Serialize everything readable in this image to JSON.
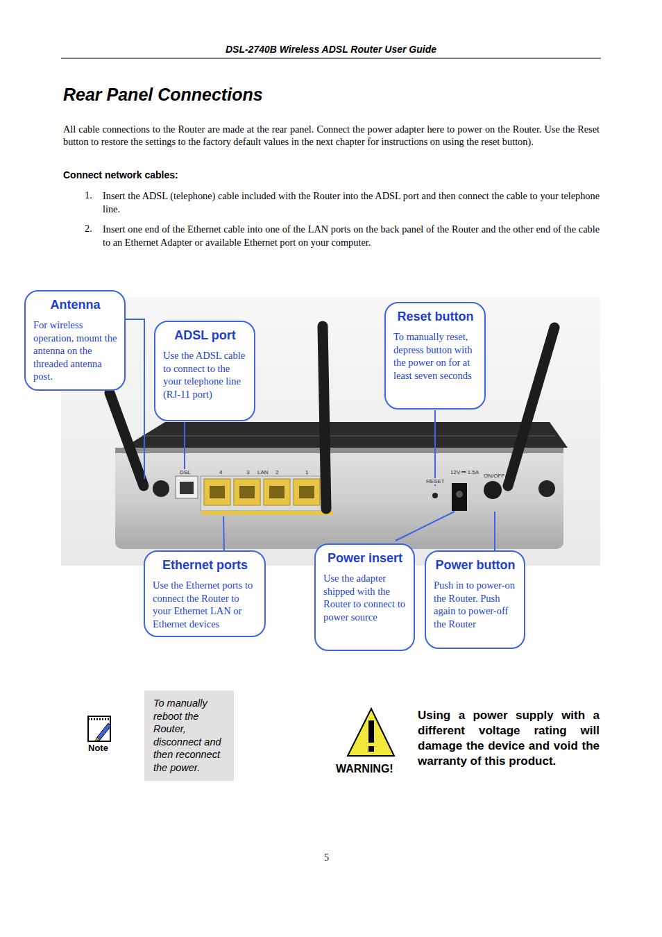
{
  "diagram": {
    "title": "Rear Panel Connections",
    "nodes": [
      {
        "text": [
          "Antenna",
          "For wireless operation, mount the antenna on the threaded antenna post."
        ]
      },
      {
        "text": [
          "ADSL port",
          "Use the ADSL cable to connect to the your telephone line (RJ-11 port)"
        ]
      },
      {
        "text": [
          "Reset button",
          "To manually reset, depress button with the power on for at least seven seconds"
        ]
      },
      {
        "text": [
          "Ethernet ports",
          "Use the Ethernet ports to connect the Router to your Ethernet LAN or Ethernet devices"
        ]
      },
      {
        "text": [
          "Power insert",
          "Use the adapter shipped with the Router to connect to power source"
        ]
      },
      {
        "text": [
          "Power button",
          "Push in to power-on the Router. Push again to power-off the Router"
        ]
      },
      {
        "text": [
          "To manually reboot the Router, disconnect and then reconnect the power."
        ]
      }
    ],
    "labels": [
      "DSL-2740B Wireless ADSL Router User Guide",
      "All cable connections to the Router are made at the rear panel. Connect the power adapter here to power on the Router. Use the Reset button to restore the settings to the factory default values in the next chapter for instructions on using the reset button).",
      "Connect network cables:",
      "1.",
      "Insert the ADSL (telephone) cable included with the Router into the ADSL port and then connect the cable to your telephone line.",
      "2.",
      "Insert one end of the Ethernet cable into one of the LAN ports on the back panel of the Router and the other end of the cable to an Ethernet Adapter or available Ethernet port on your computer.",
      "DSL",
      "4",
      "3",
      "LAN",
      "2",
      "1",
      "RESET",
      "12V ⎓ 1.5A",
      "ON/OFF",
      "Note",
      "WARNING!",
      "Using a power supply with a different voltage rating will damage the device and void the warranty of this product.",
      "5"
    ]
  }
}
